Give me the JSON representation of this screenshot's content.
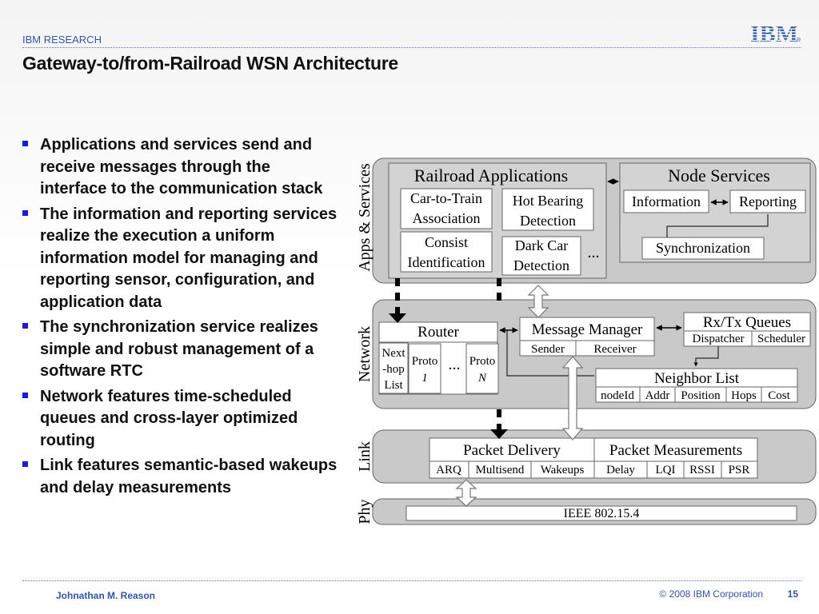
{
  "header": {
    "label": "IBM RESEARCH",
    "title": "Gateway-to/from-Railroad WSN Architecture",
    "logo": "IBM"
  },
  "bullets": [
    "Applications and services send and receive messages through the interface to the communication stack",
    "The information and reporting services realize the execution a uniform information model for managing and reporting sensor, configuration, and application data",
    "The synchronization service realizes simple and robust management of a software RTC",
    "Network features time-scheduled queues and cross-layer optimized routing",
    "Link features semantic-based wakeups and delay measurements"
  ],
  "diagram": {
    "layers": {
      "apps": "Apps & Services",
      "network": "Network",
      "link": "Link",
      "phy": "Phy"
    },
    "railroad_apps": {
      "title": "Railroad Applications",
      "car_to_train": [
        "Car-to-Train",
        "Association"
      ],
      "hot_bearing": [
        "Hot Bearing",
        "Detection"
      ],
      "consist": [
        "Consist",
        "Identification"
      ],
      "dark_car": [
        "Dark Car",
        "Detection"
      ],
      "ellipsis": "..."
    },
    "node_services": {
      "title": "Node Services",
      "information": "Information",
      "reporting": "Reporting",
      "synchronization": "Synchronization"
    },
    "router": {
      "title": "Router",
      "next_hop": [
        "Next",
        "-hop",
        "List"
      ],
      "proto1": [
        "Proto",
        "1"
      ],
      "protoN": [
        "Proto",
        "N"
      ],
      "ellipsis": "..."
    },
    "message_manager": {
      "title": "Message Manager",
      "sender": "Sender",
      "receiver": "Receiver"
    },
    "rxtx": {
      "title": "Rx/Tx Queues",
      "dispatcher": "Dispatcher",
      "scheduler": "Scheduler"
    },
    "neighbor_list": {
      "title": "Neighbor List",
      "fields": [
        "nodeId",
        "Addr",
        "Position",
        "Hops",
        "Cost"
      ]
    },
    "packet_delivery": {
      "title": "Packet Delivery",
      "fields": [
        "ARQ",
        "Multisend",
        "Wakeups"
      ]
    },
    "packet_measurements": {
      "title": "Packet Measurements",
      "fields": [
        "Delay",
        "LQI",
        "RSSI",
        "PSR"
      ]
    },
    "phy_standard": "IEEE 802.15.4"
  },
  "footer": {
    "author": "Johnathan M. Reason",
    "copyright": "© 2008 IBM Corporation",
    "page": "15"
  },
  "colors": {
    "accent": "#3355aa",
    "bullet": "#1a1adb",
    "layer_fill": "#c9c9c9",
    "panel_fill": "#d3d3d3"
  }
}
